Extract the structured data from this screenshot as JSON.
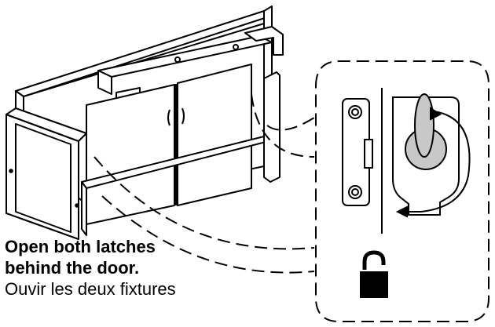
{
  "instruction": {
    "english_line1": "Open both latches",
    "english_line2": "behind the door.",
    "french_line1": "Ouvir les deux fixtures"
  },
  "icons": {
    "lock_state": "unlocked-padlock-icon",
    "rotation": "curved-arrow-icon"
  },
  "colors": {
    "ink": "#000000",
    "latch_fill": "#c8c8c8",
    "background": "#ffffff"
  }
}
